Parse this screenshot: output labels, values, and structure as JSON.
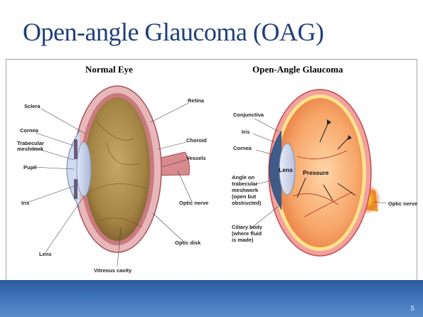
{
  "slide": {
    "title": "Open-angle Glaucoma (OAG)",
    "slide_number": "5",
    "colors": {
      "title": "#1f3f7a",
      "footer": "#3f74b8"
    }
  },
  "normal_eye": {
    "heading": "Normal Eye",
    "labels": {
      "sclera": "Sclera",
      "cornea": "Cornea",
      "trabecular": [
        "Trabecular",
        "meshwork"
      ],
      "pupil": "Pupil",
      "iris": "Iris",
      "lens": "Lens",
      "retina": "Retina",
      "choroid": "Choroid",
      "vessels": "Vessels",
      "optic_nerve": "Optic nerve",
      "optic_disk": "Optic disk",
      "vitreous_cavity": "Vitreous cavity"
    }
  },
  "oag_eye": {
    "heading": "Open-Angle Glaucoma",
    "labels": {
      "conjunctiva": "Conjunctiva",
      "iris": "Iris",
      "cornea": "Cornea",
      "lens": "Lens",
      "pressure": "Pressure",
      "angle": [
        "Angle on",
        "trabecular",
        "meshwork",
        "(open but",
        "obstructed)"
      ],
      "ciliary": [
        "Ciliary body",
        "(where fluid",
        "is made)"
      ],
      "optic_nerve": "Optic nerve"
    }
  }
}
